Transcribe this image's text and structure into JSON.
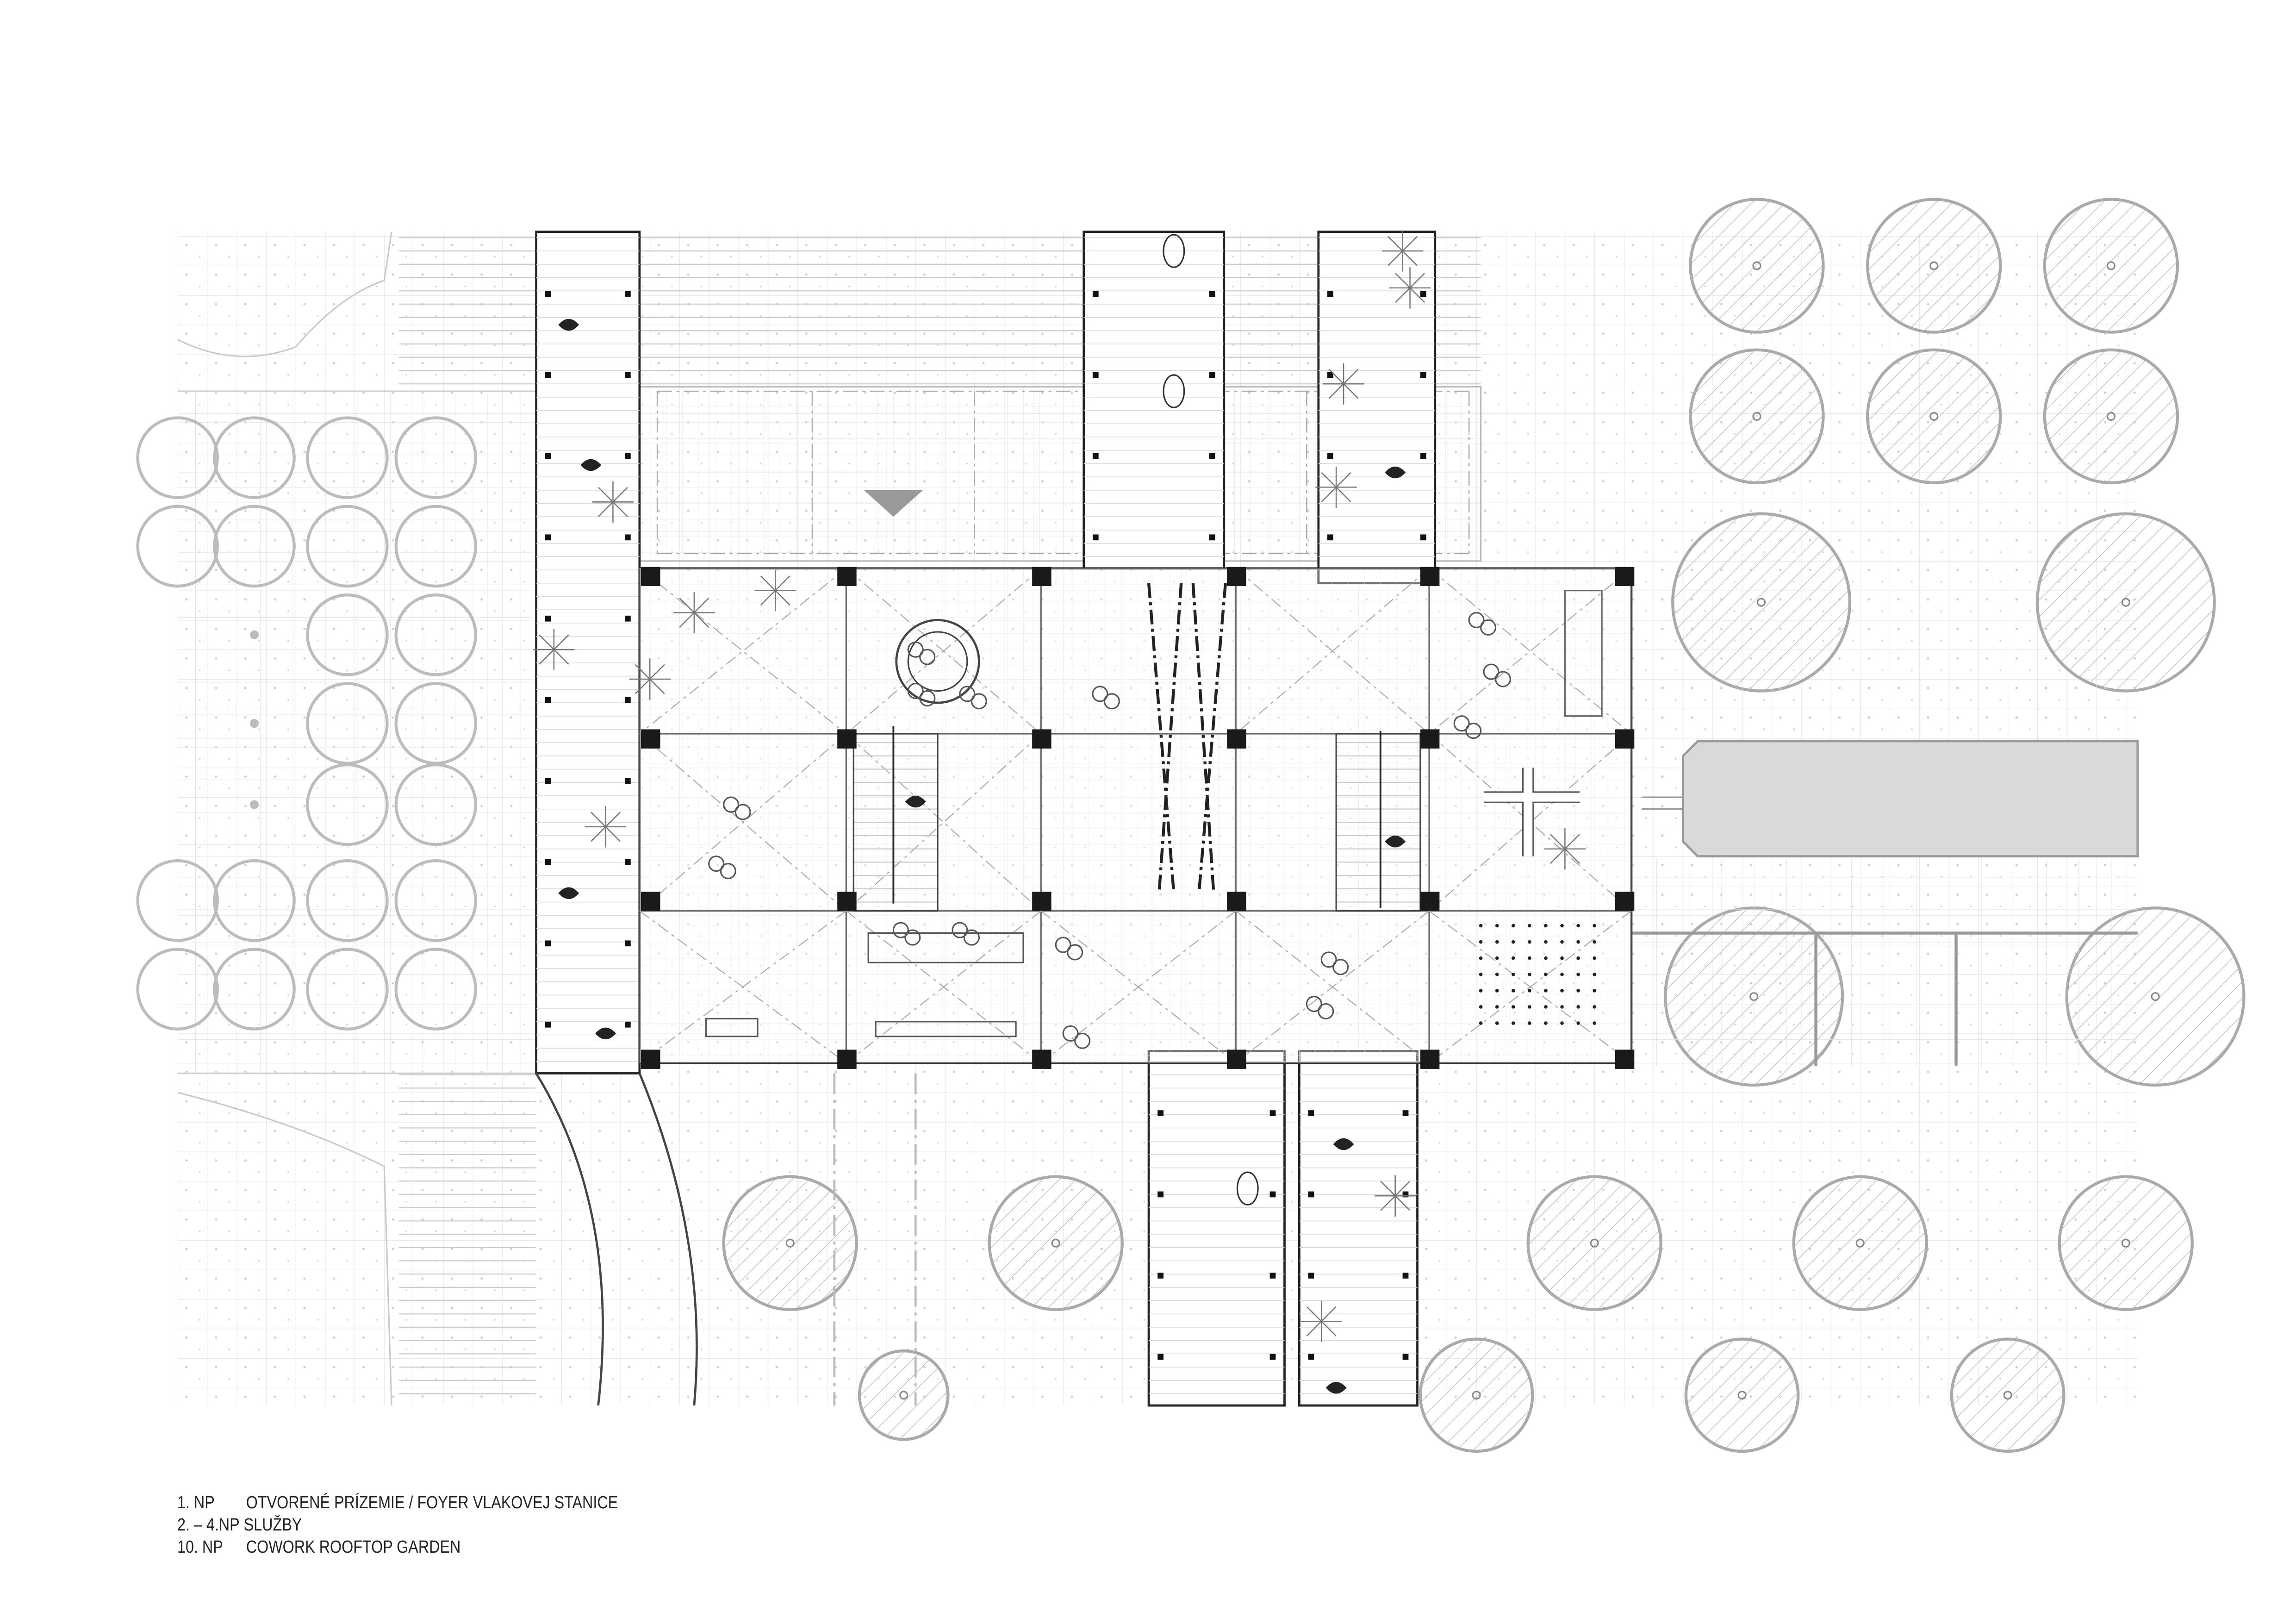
{
  "legend": [
    {
      "level": "1. NP",
      "description": "OTVORENÉ PRÍZEMIE / FOYER VLAKOVEJ STANICE"
    },
    {
      "level": "2. – 4.NP",
      "description": "SLUŽBY"
    },
    {
      "level": "10. NP",
      "description": "COWORK ROOFTOP GARDEN"
    }
  ],
  "colors": {
    "line": "#bdbdbd",
    "dark": "#222222",
    "column": "#1a1a1a",
    "pool": "#d9d9d9"
  }
}
